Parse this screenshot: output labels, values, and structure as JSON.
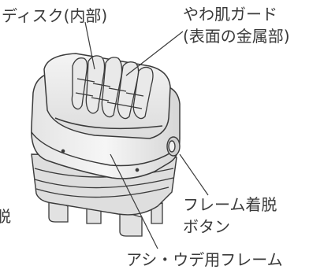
{
  "labels": {
    "disk": "ディスク(内部)",
    "guard_line1": "やわ肌ガード",
    "guard_line2": "(表面の金属部)",
    "release_button_line1": "フレーム着脱",
    "release_button_line2": "ボタン",
    "frame": "アシ・ウデ用フレーム",
    "cut_off_text": "脱"
  },
  "colors": {
    "line": "#3a3a3a",
    "body_fill": "#f2f2f2",
    "shade_fill": "#d9d9d9",
    "dark_fill": "#bdbdbd"
  }
}
